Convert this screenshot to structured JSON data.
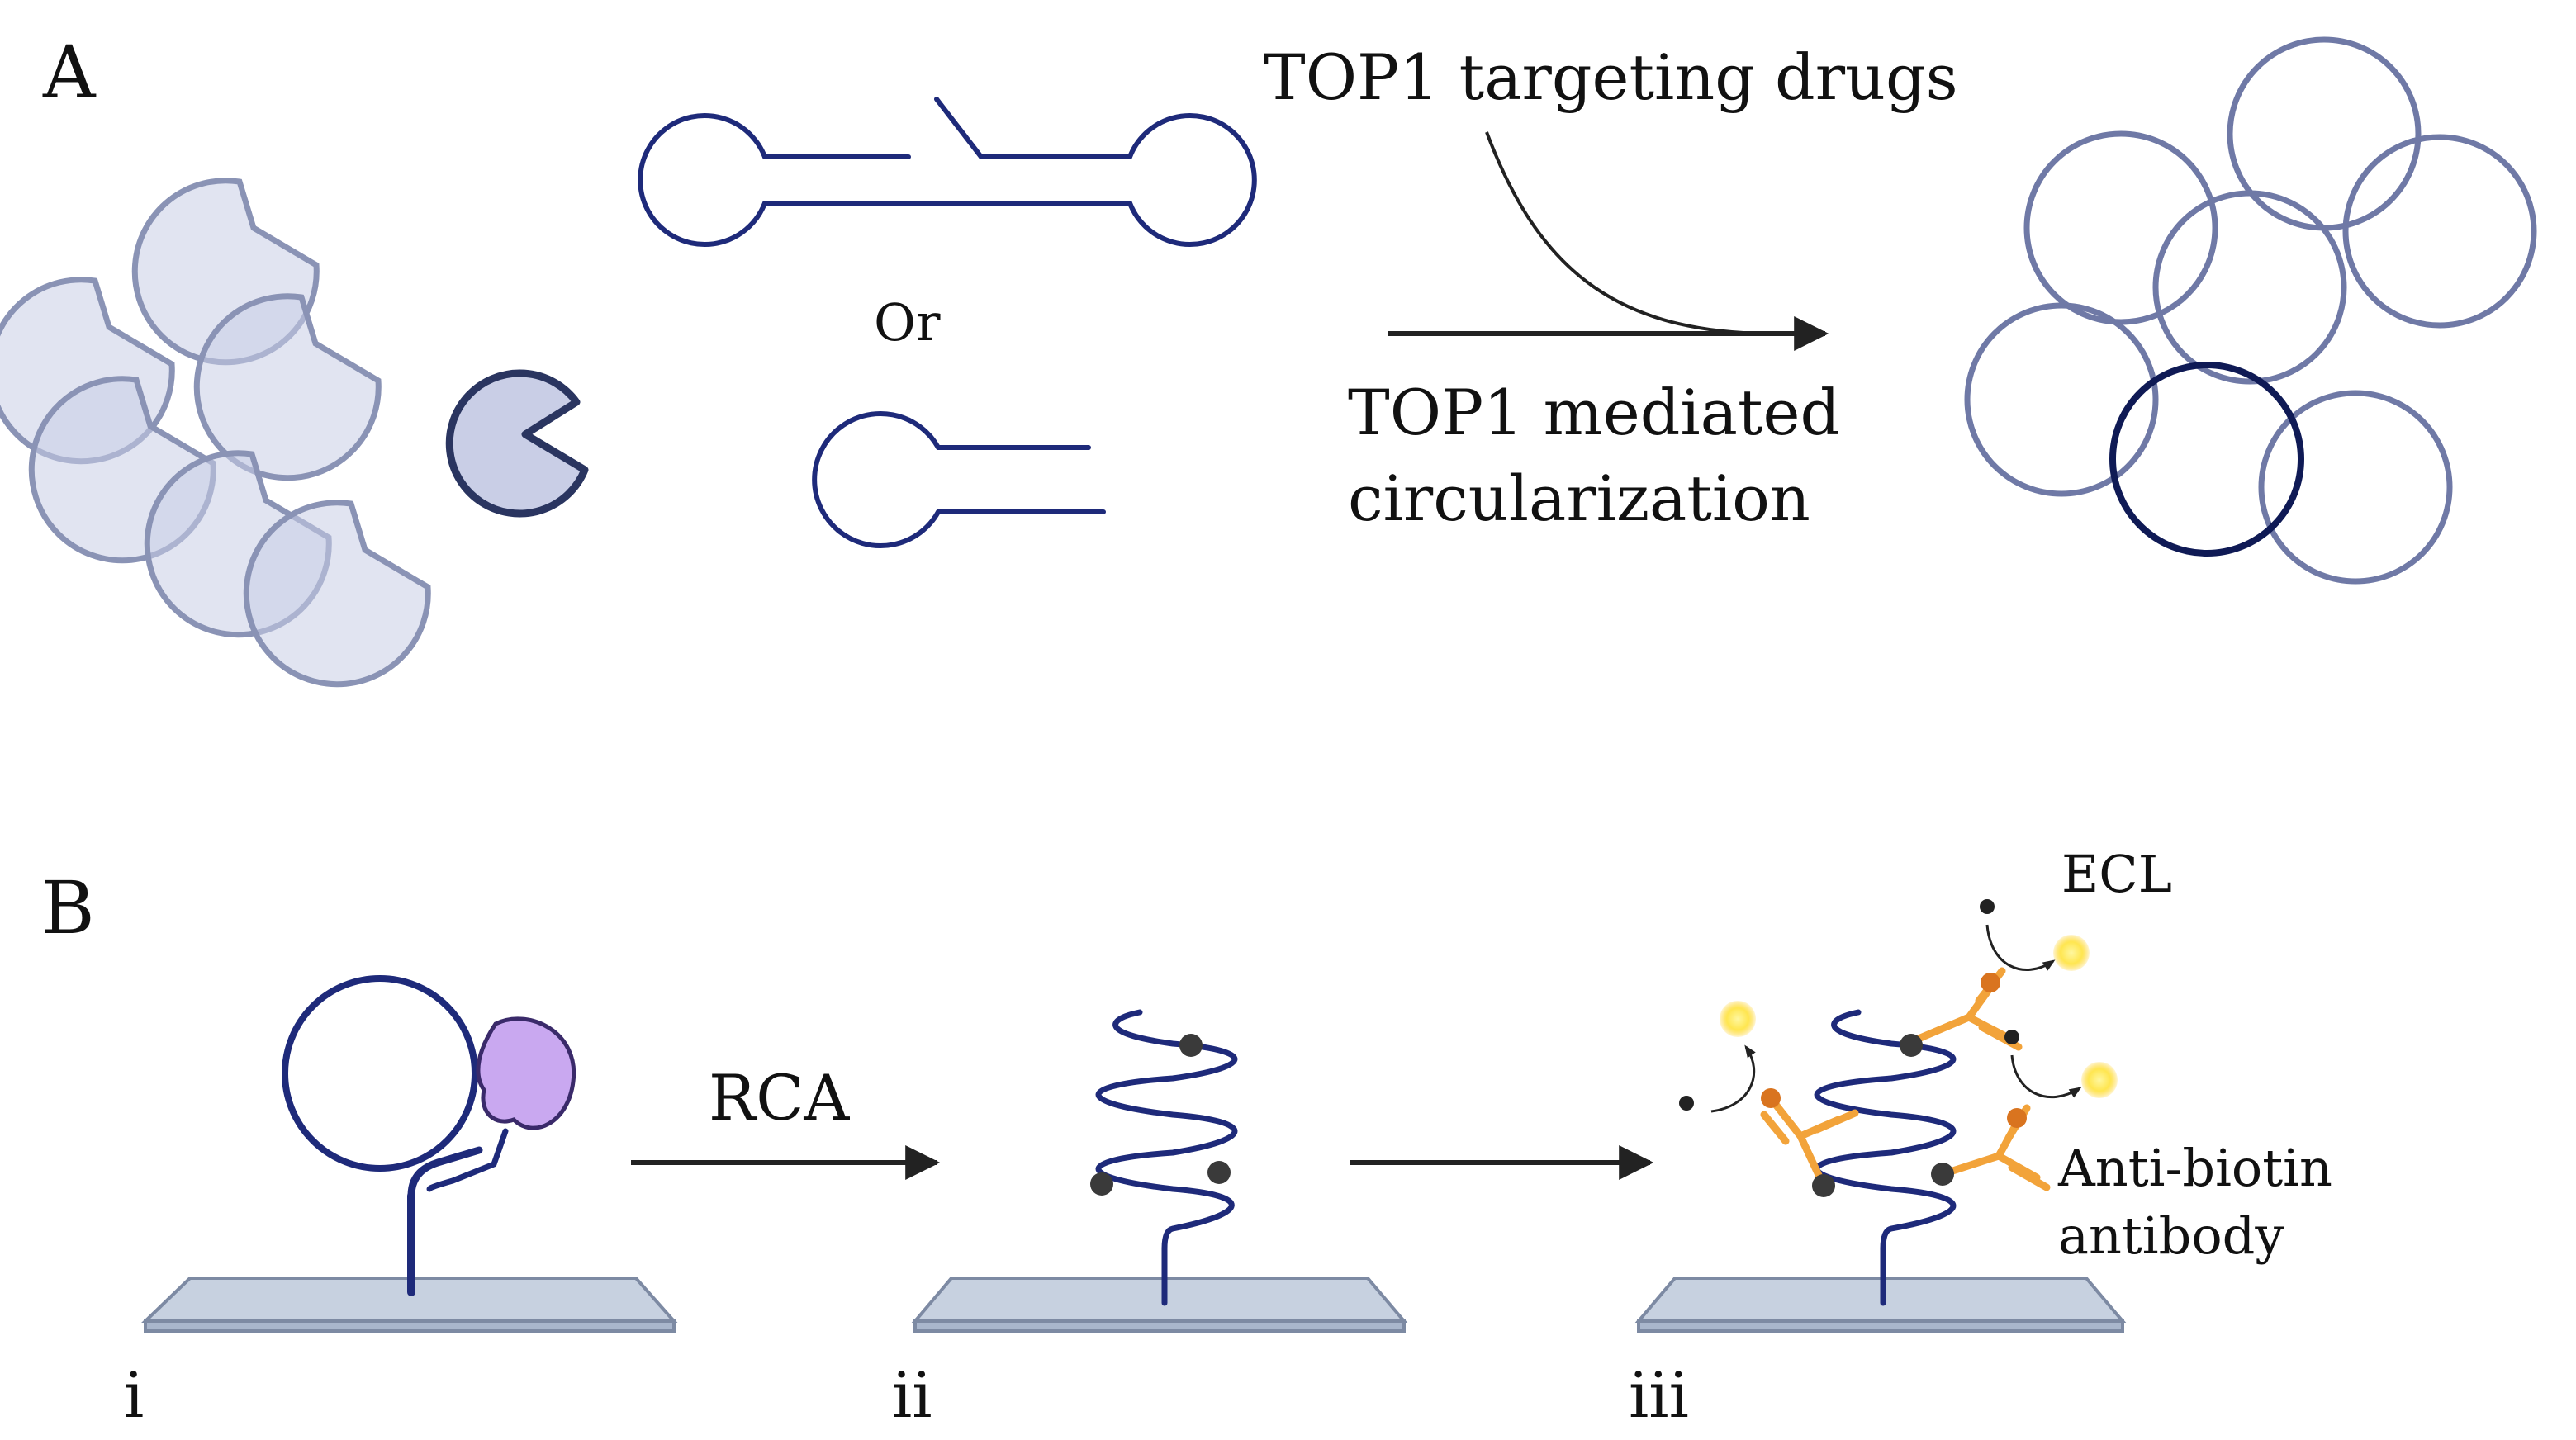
{
  "panel_a": {
    "letter": "A",
    "or_label": "Or",
    "drug_label": "TOP1 targeting drugs",
    "process_label_line1": "TOP1 mediated",
    "process_label_line2": "circularization"
  },
  "panel_b": {
    "letter": "B",
    "rca_label": "RCA",
    "ecl_label": "ECL",
    "antibody_label_line1": "Anti-biotin",
    "antibody_label_line2": "antibody",
    "steps": [
      "i",
      "ii",
      "iii"
    ]
  },
  "colors": {
    "dna_blue": "#1e2a7a",
    "dark_navy": "#0f1a55",
    "enzyme_fill": "#c9cee6",
    "enzyme_stroke": "#8a93b5",
    "enzyme_active": "#2a3560",
    "circle_light": "#6f79a6",
    "slide_fill": "#c7d1e0",
    "slide_stroke": "#7d8aa3",
    "purple": "#c9a8f0",
    "orange": "#f2a33a",
    "orange_dark": "#d9741f",
    "biotin": "#3a3a3a",
    "glow": "#ffe650"
  }
}
